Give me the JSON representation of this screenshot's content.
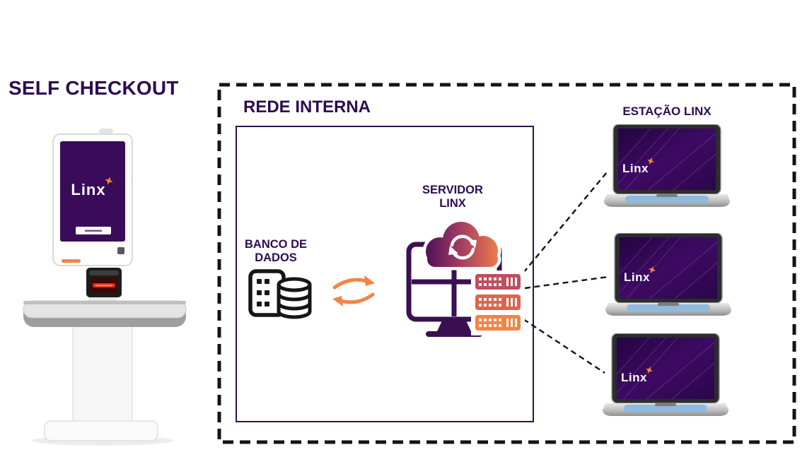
{
  "colors": {
    "brand_purple": "#2d0b52",
    "brand_orange": "#f58345",
    "screen_purple": "#3a0b59",
    "boundary_black": "#141414"
  },
  "headings": {
    "self_checkout": "SELF CHECKOUT",
    "internal_network": "REDE INTERNA",
    "stations": "ESTAÇÃO LINX"
  },
  "nodes": {
    "database": {
      "label_line1": "BANCO DE",
      "label_line2": "DADOS"
    },
    "server": {
      "label_line1": "SERVIDOR",
      "label_line2": "LINX"
    }
  },
  "kiosk": {
    "brand": "Linx"
  },
  "laptops": [
    {
      "brand": "Linx"
    },
    {
      "brand": "Linx"
    },
    {
      "brand": "Linx"
    }
  ],
  "icons": [
    "database-icon",
    "exchange-arrows-icon",
    "cloud-sync-icon",
    "server-rack-icon",
    "linx-spark-icon",
    "laptop",
    "self-checkout-kiosk"
  ]
}
